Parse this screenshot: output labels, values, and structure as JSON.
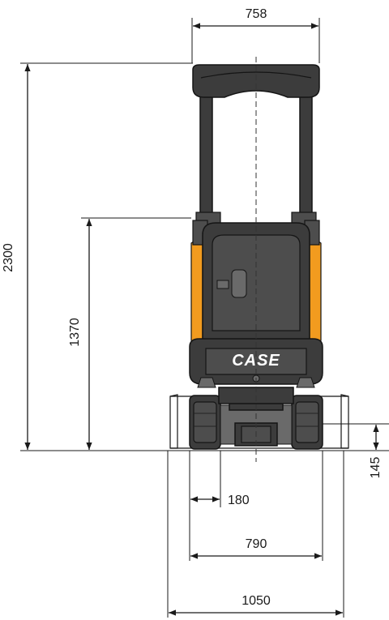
{
  "dimensions": {
    "overall_width_canopy": "758",
    "overall_height": "2300",
    "rear_height": "1370",
    "track_width": "180",
    "track_gauge": "790",
    "blade_width": "1050",
    "ground_clearance": "145"
  },
  "brand": {
    "logo_text": "CASE"
  },
  "colors": {
    "body": "#3c3c3c",
    "accent": "#f29b1f",
    "line": "#1a1a1a"
  }
}
